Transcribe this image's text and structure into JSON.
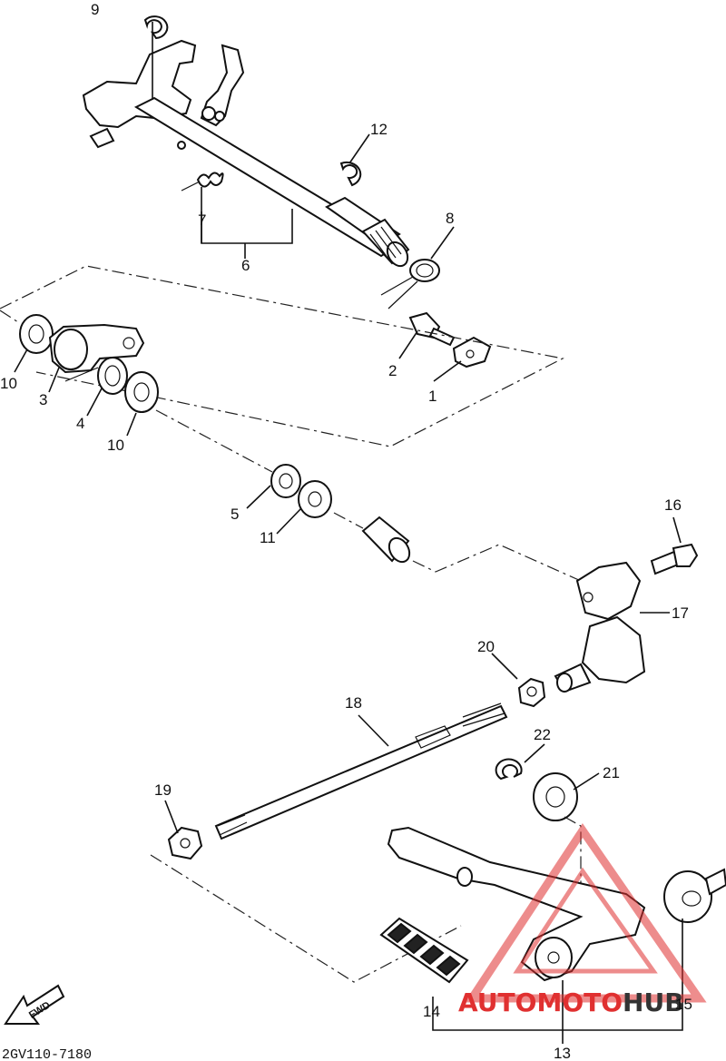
{
  "callouts": {
    "c1": "1",
    "c2": "2",
    "c3": "3",
    "c4": "4",
    "c5": "5",
    "c6": "6",
    "c7": "7",
    "c8": "8",
    "c9": "9",
    "c10a": "10",
    "c10b": "10",
    "c11": "11",
    "c12": "12",
    "c13": "13",
    "c14": "14",
    "c15": "15",
    "c16": "16",
    "c17": "17",
    "c18": "18",
    "c19": "19",
    "c20": "20",
    "c21": "21",
    "c22": "22"
  },
  "diagram_code": "2GV110-7180",
  "fwd_label": "FWD",
  "watermark": {
    "auto": "AUTO",
    "moto": "MOTO",
    "hub": "HUB",
    "accent_color": "#e03030",
    "dark_color": "#333333"
  }
}
